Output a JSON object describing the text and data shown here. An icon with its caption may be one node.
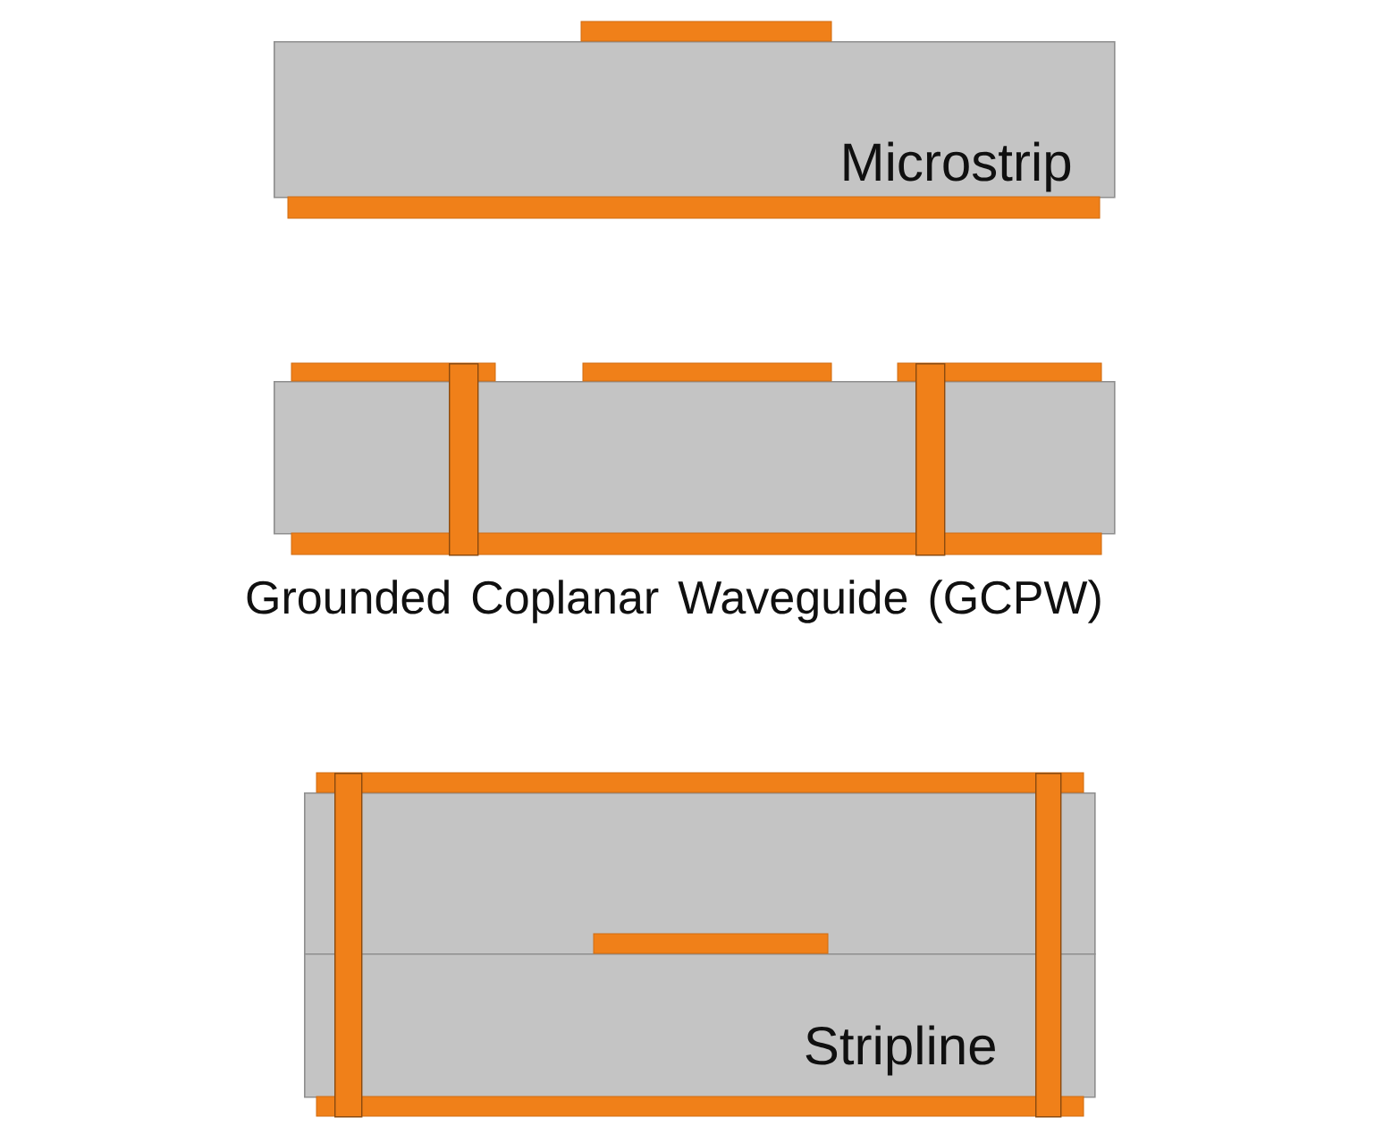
{
  "diagram": {
    "nodes": [
      {
        "text": [
          "Microstrip"
        ]
      },
      {
        "text": [
          "Grounded Coplanar Waveguide (GCPW)"
        ]
      },
      {
        "text": [],
        "shape": "bar"
      },
      {
        "text": [],
        "shape": "bar"
      },
      {
        "text": [],
        "shape": "box"
      },
      {
        "text": [
          "Stripline"
        ]
      },
      {
        "text": [],
        "shape": "bar"
      },
      {
        "text": [],
        "shape": "bar"
      }
    ]
  }
}
